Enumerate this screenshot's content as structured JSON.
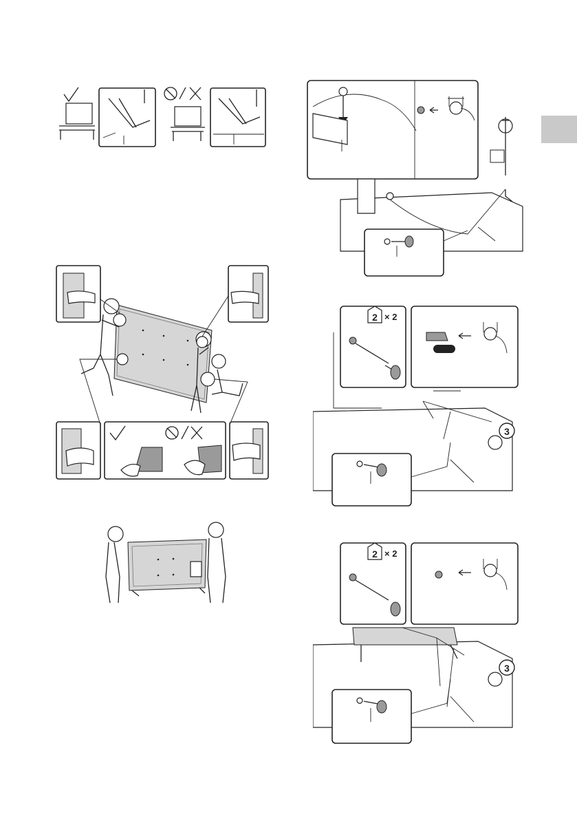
{
  "page": {
    "section_tab_color": "#c9c9c9"
  },
  "stand_check": {
    "ok_icon": "check-icon",
    "ng_icon": "prohibited-x-icon"
  },
  "carry": {
    "ok_icon": "check-icon",
    "ng_icon": "prohibited-x-icon"
  },
  "wall_strap_1": {
    "step": ""
  },
  "strap_2": {
    "badge": "2",
    "badge_suffix": "× 2",
    "step": "3"
  },
  "strap_3": {
    "badge": "2",
    "badge_suffix": "× 2",
    "step": "3"
  }
}
